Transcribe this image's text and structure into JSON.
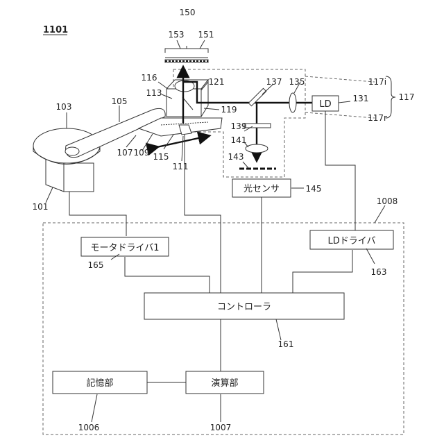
{
  "figure_number": "1101",
  "refs": {
    "r101": "101",
    "r103": "103",
    "r105": "105",
    "r107": "107",
    "r109": "109",
    "r111": "111",
    "r113": "113",
    "r115": "115",
    "r116": "116",
    "r117": "117",
    "r117i": "117i",
    "r117r": "117r",
    "r119": "119",
    "r121": "121",
    "r131": "131",
    "r135": "135",
    "r137": "137",
    "r139": "139",
    "r141": "141",
    "r143": "143",
    "r145": "145",
    "r150": "150",
    "r151": "151",
    "r153": "153",
    "r161": "161",
    "r163": "163",
    "r165": "165",
    "r1006": "1006",
    "r1007": "1007",
    "r1008": "1008"
  },
  "blocks": {
    "ld": "LD",
    "optical_sensor": "光センサ",
    "motor_driver": "モータドライバ1",
    "ld_driver": "LDドライバ",
    "controller": "コントローラ",
    "storage": "記憶部",
    "arithmetic": "演算部"
  },
  "colors": {
    "line": "#333333",
    "beam": "#111111",
    "dashed": "#666666",
    "background": "#ffffff"
  }
}
